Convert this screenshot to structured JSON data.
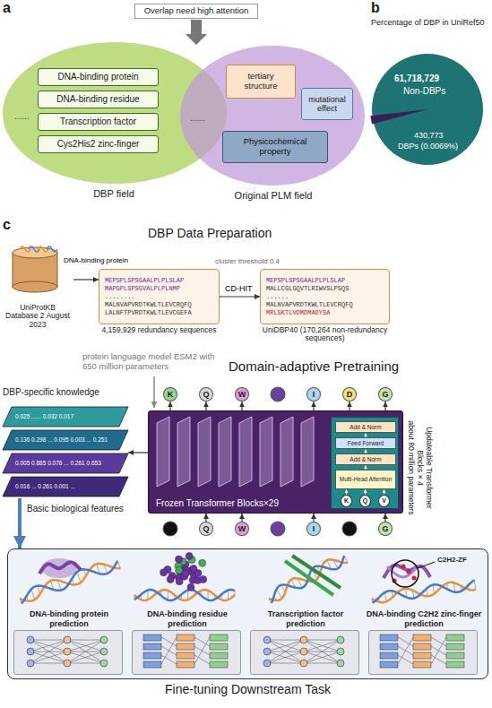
{
  "diagram": {
    "nodes": [
      {
        "text": [
          "Overlap need high attention"
        ]
      },
      {
        "text": [
          "DBP field"
        ]
      },
      {
        "text": [
          "DNA-binding protein"
        ],
        "in": 1
      },
      {
        "text": [
          "DNA-binding residue"
        ],
        "in": 1
      },
      {
        "text": [
          "Transcription factor"
        ],
        "in": 1
      },
      {
        "text": [
          "Cys2His2 zinc-finger"
        ],
        "in": 1
      },
      {
        "text": [
          "Original PLM field"
        ]
      },
      {
        "text": [
          "tertiary structure"
        ],
        "in": 6
      },
      {
        "text": [
          "mutational effect"
        ],
        "in": 6
      },
      {
        "text": [
          "Physicochemical property"
        ],
        "in": 6
      },
      {
        "text": [
          "UniProtKB Database 2 August 2023"
        ]
      },
      {
        "text": [
          "MEPSPLSPSGAALPLPLSLAP",
          "MAPGPLSPSGVALPLPLNMP",
          "........",
          "MALNVAPVRDTKWLTLEVCRQFQ",
          "LALNFTPVRDTKWLTLEVCGEFA",
          "4,159,929 redundancy sequences"
        ]
      },
      {
        "text": [
          "MEPSPLSPSGAALPLPLSLAP",
          "MALLCGLGQVTLRIWVSLPSQS",
          "......",
          "MALNVAPVRDTKWLTLEVCRQFQ",
          "MRLSKTLVDMDMADYSA",
          "UniDBP40 (170,264 non-redundancy sequences)"
        ]
      },
      {
        "text": [
          "K"
        ]
      },
      {
        "text": [
          "Q"
        ]
      },
      {
        "text": [
          "W"
        ]
      },
      {
        "text": [
          "I"
        ]
      },
      {
        "text": [
          "D"
        ]
      },
      {
        "text": [
          "G"
        ]
      },
      {
        "text": [
          "0.025 ...... 0.032 0.017",
          "0.136 0.298 ... 0.095 0.003 ... 0.251",
          "0.005 0.885 0.076 ... 0.261 0.653",
          "0.016 ... 0.261 0.001 ..."
        ]
      },
      {
        "text": [
          "Frozen Transformer Blocks×29"
        ]
      },
      {
        "text": [
          "Updateable Transformer Blocks × 4",
          "about 80 million parameters"
        ],
        "in": 20
      },
      {
        "text": [
          "Add & Norm"
        ],
        "in": 21
      },
      {
        "text": [
          "Feed Forward"
        ],
        "in": 21
      },
      {
        "text": [
          "Add & Norm"
        ],
        "in": 21
      },
      {
        "text": [
          "Multi-Head Attention"
        ],
        "in": 21
      },
      {
        "text": [
          "K"
        ],
        "in": 21
      },
      {
        "text": [
          "Q"
        ],
        "in": 21
      },
      {
        "text": [
          "V"
        ],
        "in": 21
      },
      {
        "text": [
          "Q"
        ]
      },
      {
        "text": [
          "W"
        ]
      },
      {
        "text": [
          "I"
        ]
      },
      {
        "text": [
          "G"
        ]
      },
      {
        "text": [
          "Fine-tuning Downstream Task"
        ]
      },
      {
        "text": [
          "DNA-binding protein prediction"
        ],
        "in": 33
      },
      {
        "text": [
          "DNA-binding residue prediction"
        ],
        "in": 33
      },
      {
        "text": [
          "Transcription factor prediction"
        ],
        "in": 33
      },
      {
        "text": [
          "DNA-binding C2H2 zinc-finger prediction"
        ],
        "in": 33
      }
    ],
    "edges": [
      {
        "from": 10,
        "to": 11,
        "arrow": "to",
        "label": "DNA-binding protein"
      },
      {
        "from": 11,
        "to": 12,
        "arrow": "to",
        "label": "CD-HIT"
      },
      {
        "from": 20,
        "to": 19,
        "arrow": "to"
      },
      {
        "from": 19,
        "to": 33,
        "arrow": "to"
      },
      {
        "from": 29,
        "to": 20,
        "arrow": "to"
      },
      {
        "from": 30,
        "to": 20,
        "arrow": "to"
      },
      {
        "from": 31,
        "to": 20,
        "arrow": "to"
      },
      {
        "from": 32,
        "to": 20,
        "arrow": "to"
      },
      {
        "from": 20,
        "to": 13,
        "arrow": "to"
      },
      {
        "from": 20,
        "to": 14,
        "arrow": "to"
      },
      {
        "from": 20,
        "to": 15,
        "arrow": "to"
      },
      {
        "from": 20,
        "to": 16,
        "arrow": "to"
      },
      {
        "from": 20,
        "to": 17,
        "arrow": "to"
      },
      {
        "from": 20,
        "to": 18,
        "arrow": "to"
      },
      {
        "from": 26,
        "to": 25,
        "arrow": "to"
      },
      {
        "from": 27,
        "to": 25,
        "arrow": "to"
      },
      {
        "from": 28,
        "to": 25,
        "arrow": "to"
      },
      {
        "from": 25,
        "to": 24,
        "arrow": "to"
      },
      {
        "from": 24,
        "to": 23,
        "arrow": "to"
      },
      {
        "from": 23,
        "to": 22,
        "arrow": "to"
      }
    ],
    "labels": [
      "a",
      "......",
      "......",
      "b",
      "Percentage of DBP in UniRef50",
      "61,718,729",
      "Non-DBPs",
      "430,773",
      "DBPs (0.0069%)",
      "c",
      "DBP Data Preparation",
      "cluster threshold 0.4",
      "protein language model ESM2 with 650 million parameters",
      "Domain-adaptive Pretraining",
      "DBP-specific knowledge",
      "Basic biological features",
      "C2H2-ZF"
    ]
  }
}
